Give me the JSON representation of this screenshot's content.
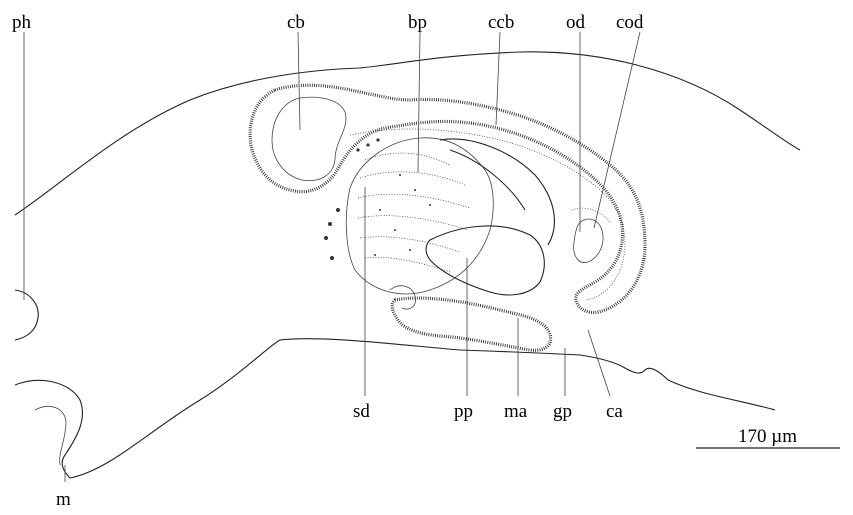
{
  "labels": {
    "ph": "ph",
    "cb": "cb",
    "bp": "bp",
    "ccb": "ccb",
    "od": "od",
    "cod": "cod",
    "sd": "sd",
    "pp": "pp",
    "ma": "ma",
    "gp": "gp",
    "ca": "ca",
    "m": "m"
  },
  "scale_bar": "170 µm"
}
